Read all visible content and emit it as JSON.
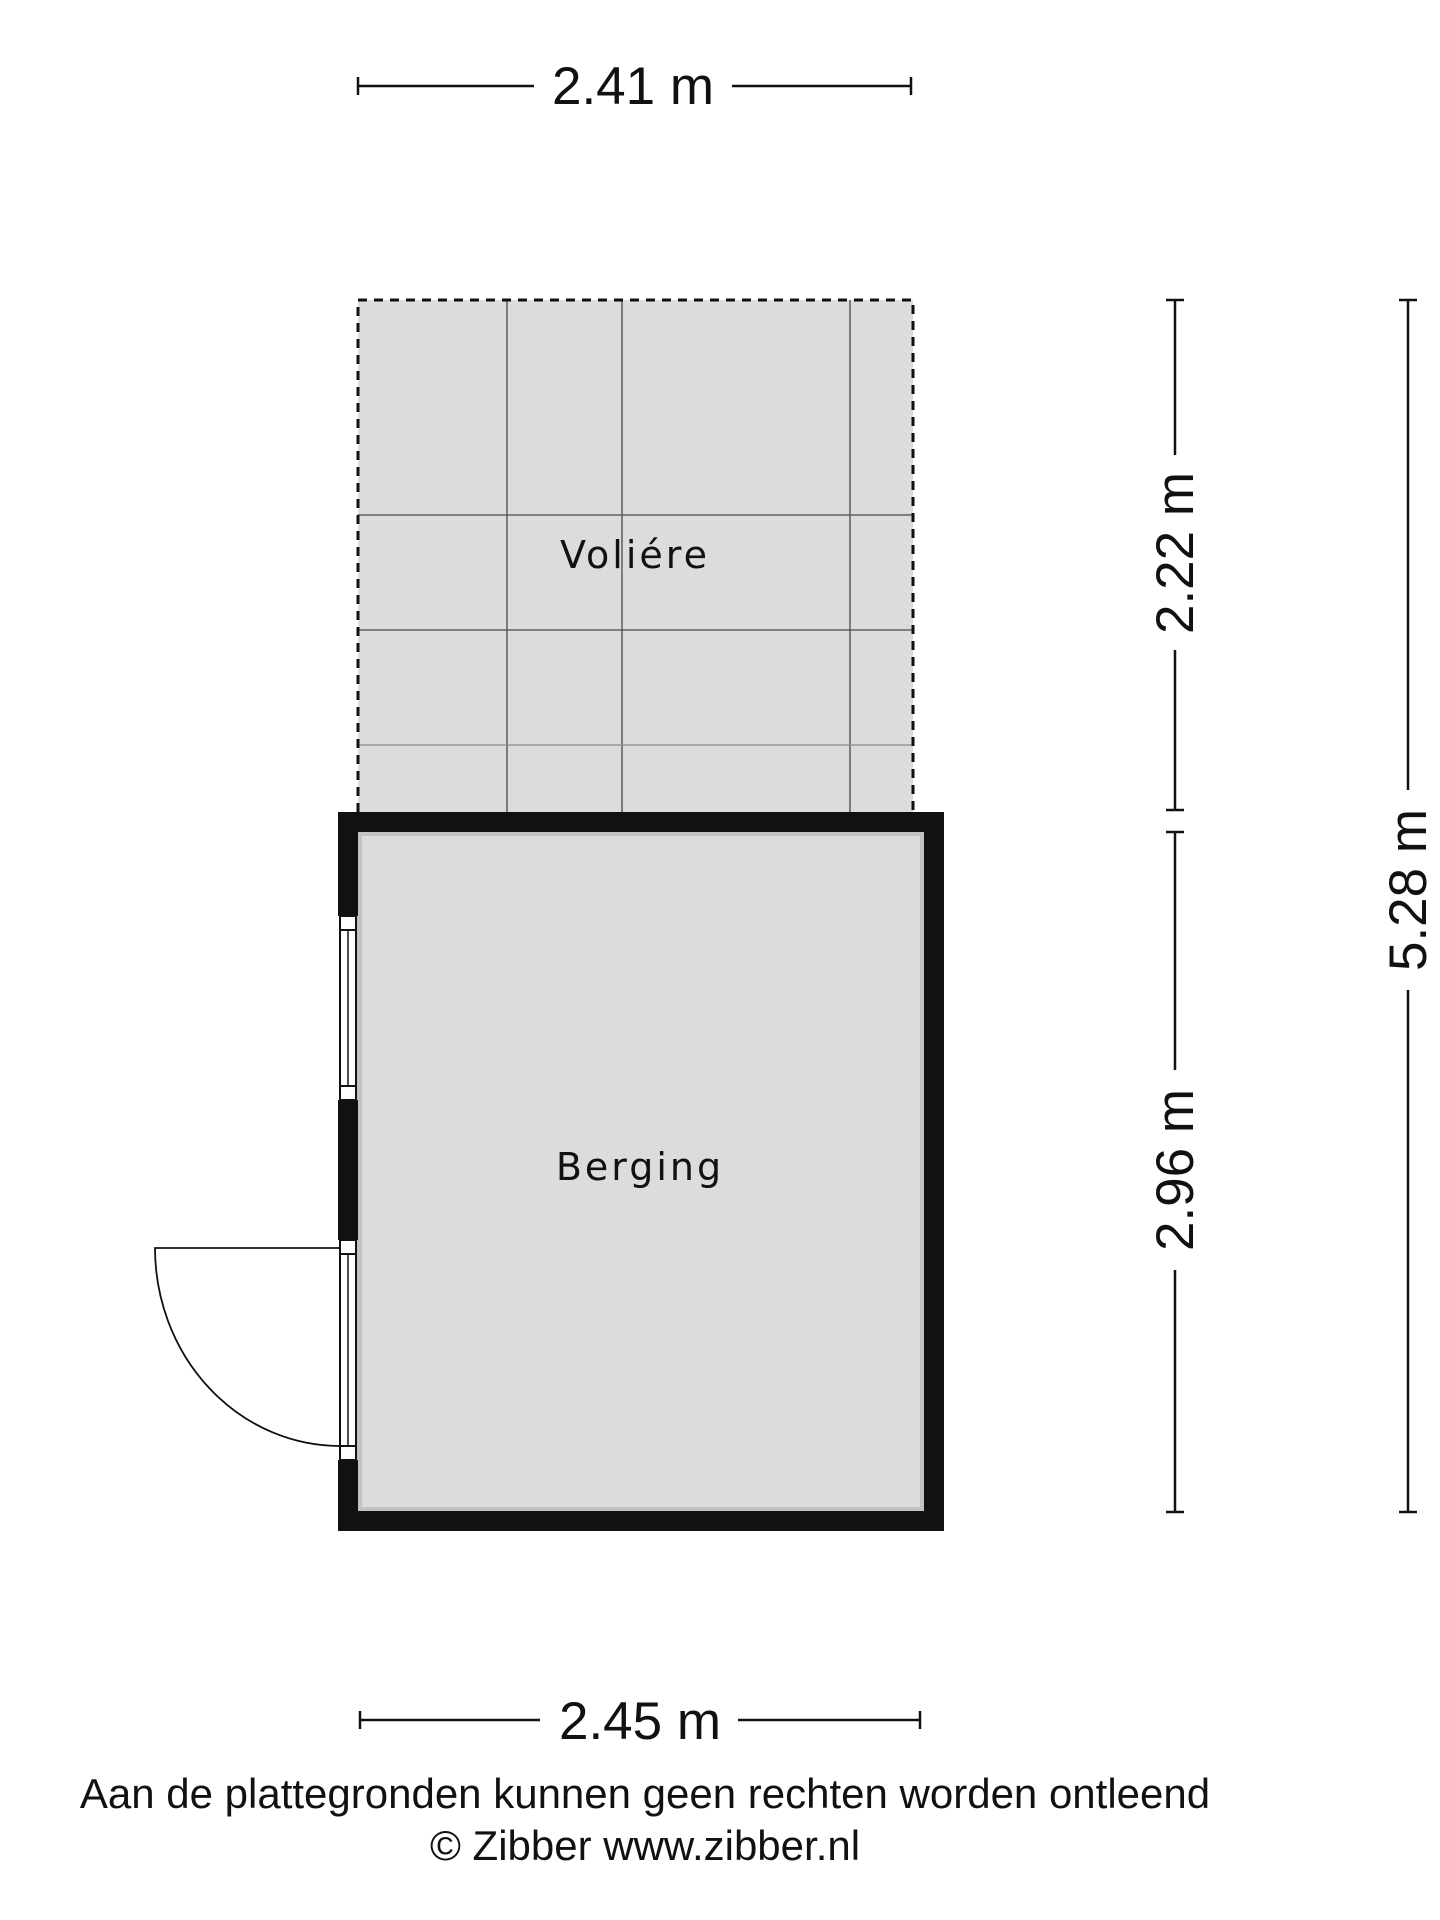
{
  "dimensions": {
    "top_width": "2.41 m",
    "bottom_width": "2.45 m",
    "voliere_height": "2.22 m",
    "berging_height": "2.96 m",
    "total_height": "5.28 m"
  },
  "rooms": {
    "voliere": "Voliére",
    "berging": "Berging"
  },
  "footer": {
    "disclaimer": "Aan de plattegronden kunnen geen rechten worden ontleend",
    "copyright": "© Zibber www.zibber.nl"
  },
  "colors": {
    "floor_fill": "#dcdcdc",
    "wall": "#111111",
    "background": "#ffffff"
  }
}
